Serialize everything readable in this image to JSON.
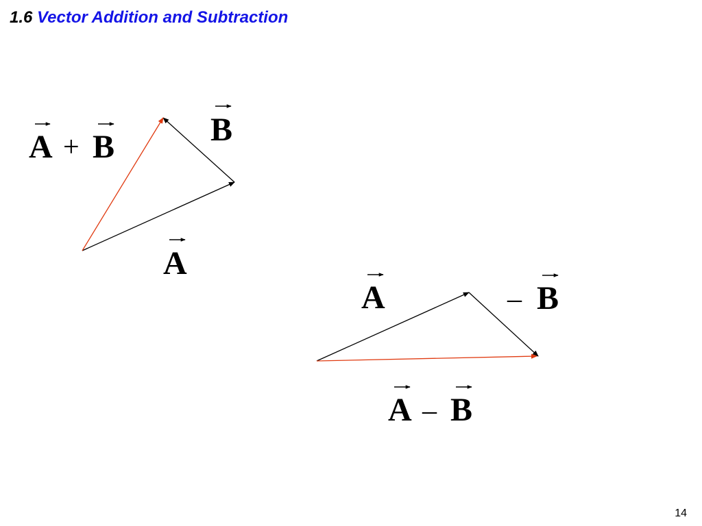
{
  "slide": {
    "number": "1.6",
    "title": "Vector Addition and Subtraction",
    "page": "14"
  },
  "colors": {
    "title_accent": "#1414e6",
    "resultant_vector": "#e03a10",
    "component_vector": "#000000"
  },
  "addition": {
    "label_a": "A",
    "label_b": "B",
    "operator": "+"
  },
  "subtraction": {
    "label_a": "A",
    "label_neg_b": "B",
    "operator": "–"
  }
}
